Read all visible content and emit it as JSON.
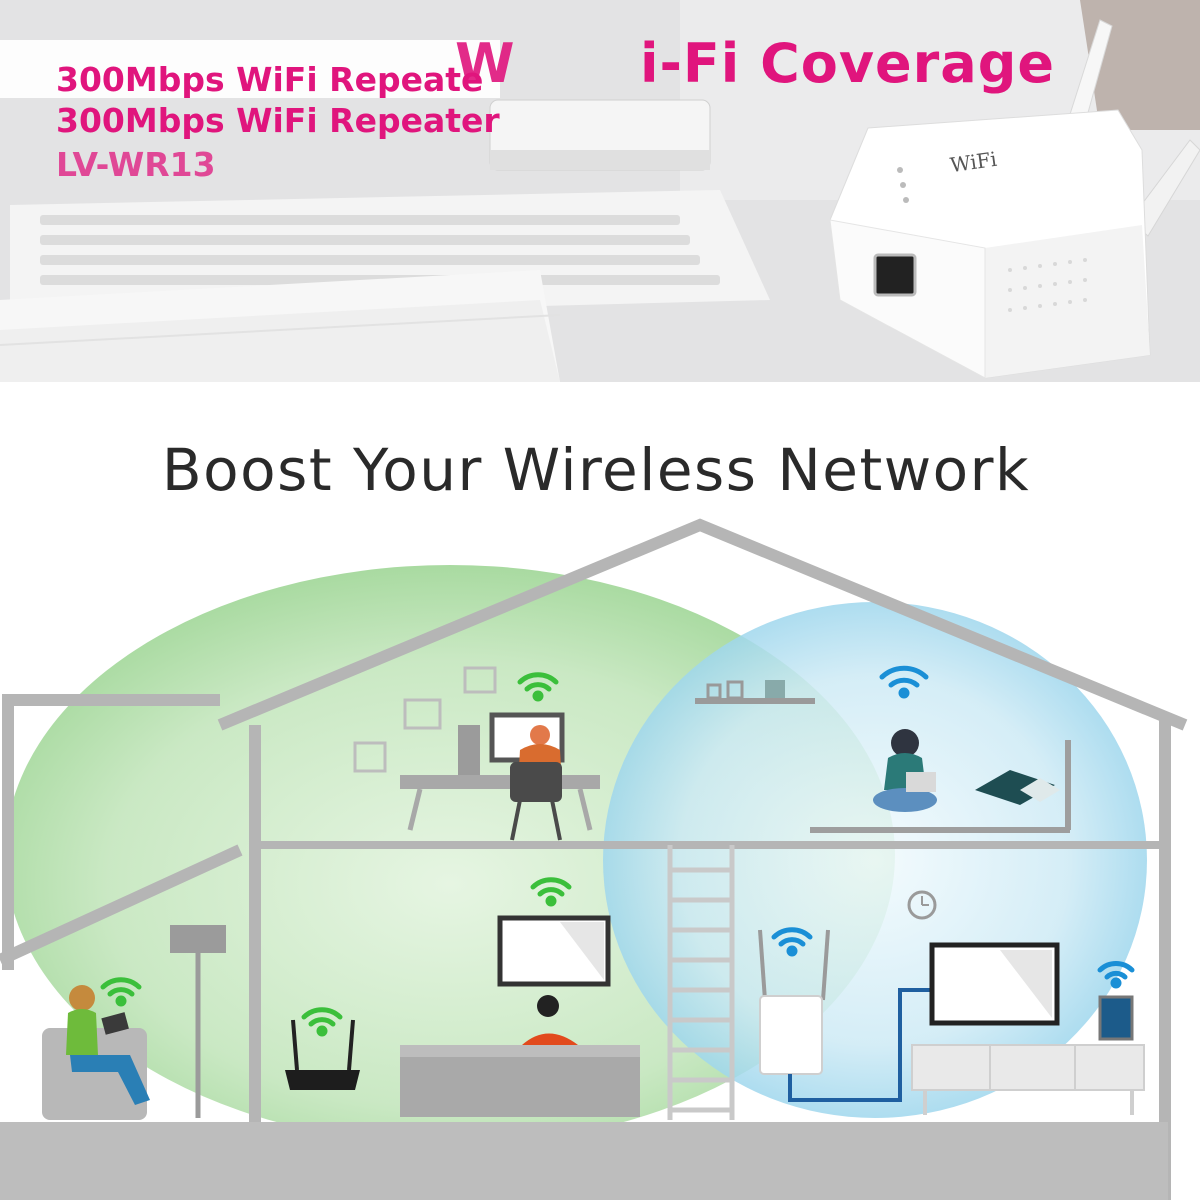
{
  "banner": {
    "headline_prefix": "W",
    "headline": "i-Fi Coverage",
    "subtitle_1": "300Mbps WiFi Repeate",
    "subtitle_2": "300Mbps WiFi Repeater",
    "model": "LV-WR13",
    "device_label": "WiFi"
  },
  "section": {
    "title": "Boost Your Wireless Network"
  },
  "colors": {
    "brand_pink": "#e0157d",
    "router_zone_green": "#a8dba0",
    "repeater_zone_blue": "#8fd0ea",
    "house_outline": "#b5b5b5"
  },
  "icons": [
    "wifi-signal-icon",
    "router-icon",
    "repeater-icon",
    "clock-icon",
    "laptop-icon",
    "tv-icon"
  ]
}
